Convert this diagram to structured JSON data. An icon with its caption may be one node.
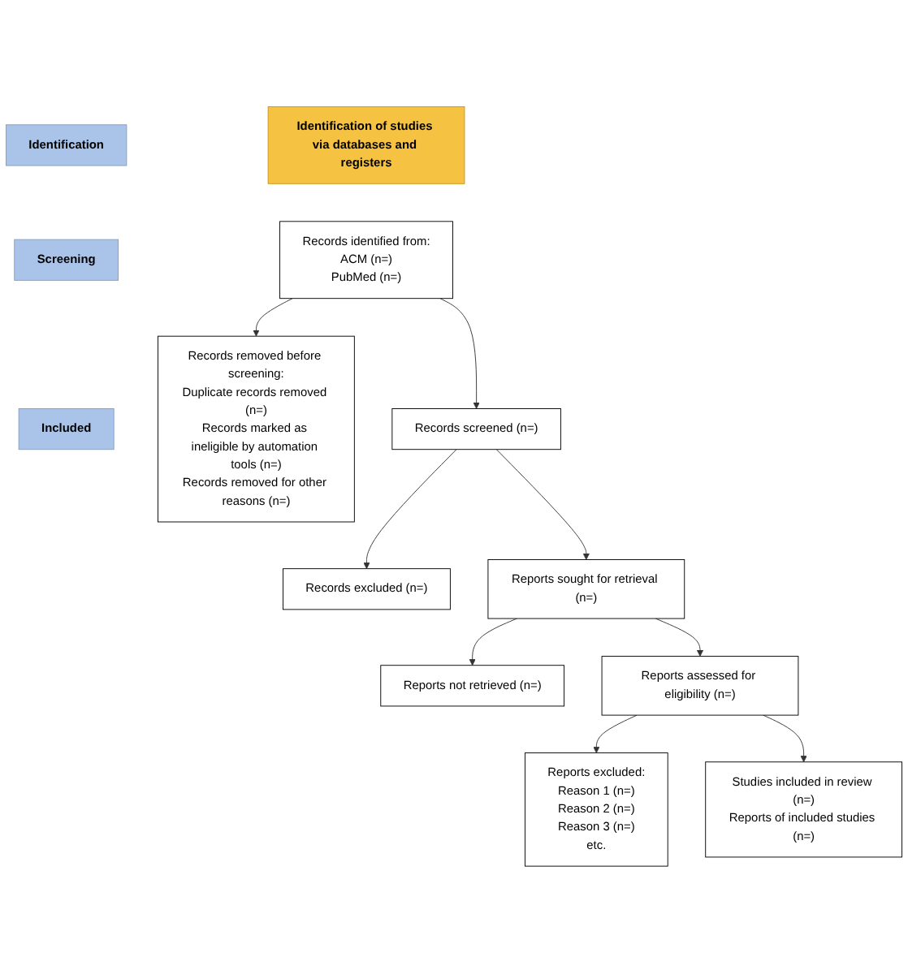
{
  "diagram": {
    "nodes": [
      {
        "text": [
          "Identification of studies via databases and registers"
        ]
      },
      {
        "text": [
          "Identification"
        ]
      },
      {
        "text": [
          "Screening"
        ]
      },
      {
        "text": [
          "Included"
        ]
      },
      {
        "text": [
          "Records identified from:",
          "ACM (n=)",
          "PubMed (n=)"
        ]
      },
      {
        "text": [
          "Records removed before screening:",
          "Duplicate records removed (n=)",
          "Records marked as ineligible by automation tools (n=)",
          "Records removed for other reasons (n=)"
        ]
      },
      {
        "text": [
          "Records screened (n=)"
        ]
      },
      {
        "text": [
          "Records excluded (n=)"
        ]
      },
      {
        "text": [
          "Reports sought for retrieval (n=)"
        ]
      },
      {
        "text": [
          "Reports not retrieved (n=)"
        ]
      },
      {
        "text": [
          "Reports assessed for eligibility (n=)"
        ]
      },
      {
        "text": [
          "Reports excluded:",
          "Reason 1 (n=)",
          "Reason 2 (n=)",
          "Reason 3 (n=)",
          "etc."
        ]
      },
      {
        "text": [
          "Studies included in review (n=)",
          "Reports of included studies (n=)"
        ]
      }
    ],
    "edges": [
      {
        "from": 4,
        "to": 5,
        "arrow": "to"
      },
      {
        "from": 4,
        "to": 6,
        "arrow": "to"
      },
      {
        "from": 6,
        "to": 7,
        "arrow": "to"
      },
      {
        "from": 6,
        "to": 8,
        "arrow": "to"
      },
      {
        "from": 8,
        "to": 9,
        "arrow": "to"
      },
      {
        "from": 8,
        "to": 10,
        "arrow": "to"
      },
      {
        "from": 10,
        "to": 11,
        "arrow": "to"
      },
      {
        "from": 10,
        "to": 12,
        "arrow": "to"
      }
    ]
  }
}
